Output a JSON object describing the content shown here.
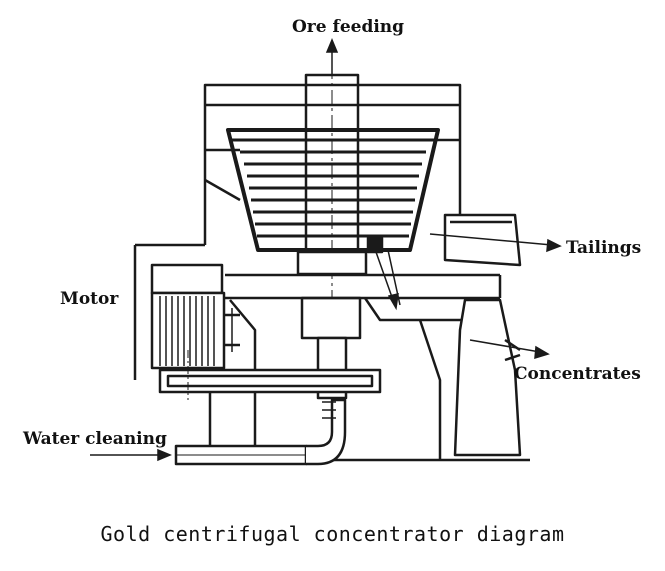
{
  "labels": {
    "ore_feeding": "Ore feeding",
    "tailings": "Tailings",
    "motor": "Motor",
    "concentrates": "Concentrates",
    "water_cleaning": "Water cleaning"
  },
  "caption": "Gold centrifugal concentrator diagram",
  "colors": {
    "line": "#1a1a1a",
    "background": "#ffffff"
  }
}
